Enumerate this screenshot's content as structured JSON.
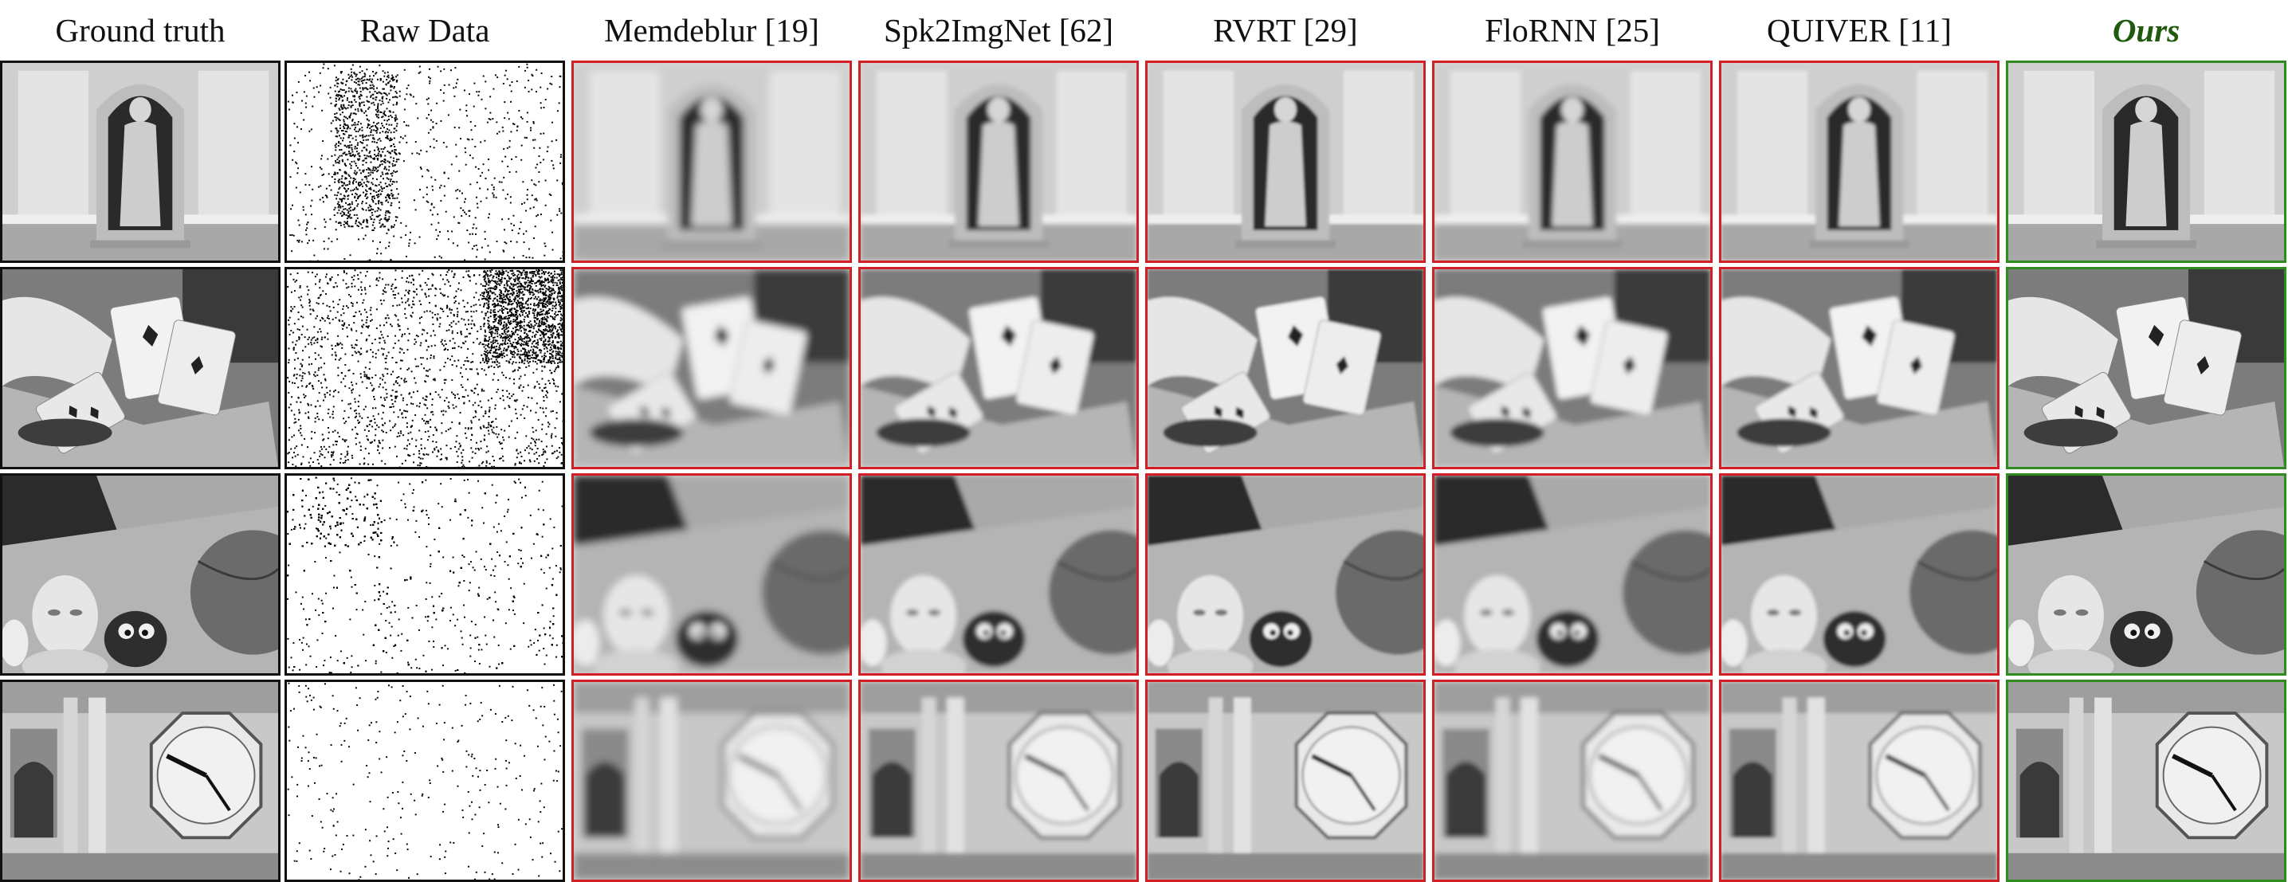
{
  "columns": [
    {
      "key": "gt",
      "label": "Ground truth",
      "frame": "black",
      "blur": 0
    },
    {
      "key": "raw",
      "label": "Raw Data",
      "frame": "black",
      "blur": 0
    },
    {
      "key": "memdeblur",
      "label": "Memdeblur [19]",
      "frame": "red",
      "blur": 5
    },
    {
      "key": "spk2imgnet",
      "label": "Spk2ImgNet [62]",
      "frame": "red",
      "blur": 3
    },
    {
      "key": "rvrt",
      "label": "RVRT [29]",
      "frame": "red",
      "blur": 1.6
    },
    {
      "key": "florrnn",
      "label": "FloRNN [25]",
      "frame": "red",
      "blur": 3.2
    },
    {
      "key": "quiver",
      "label": "QUIVER [11]",
      "frame": "red",
      "blur": 2.2
    },
    {
      "key": "ours",
      "label": "Ours",
      "frame": "green",
      "blur": 0
    }
  ],
  "rows": [
    {
      "key": "statue",
      "subject": "statue-in-niche"
    },
    {
      "key": "cards",
      "subject": "hand-with-playing-cards"
    },
    {
      "key": "toys",
      "subject": "mannequin-toy-and-basketball"
    },
    {
      "key": "clock",
      "subject": "clock-tower"
    }
  ],
  "colors": {
    "frame_black": "#111111",
    "frame_red": "#d21f26",
    "frame_green": "#2e8b1e",
    "ours_label": "#1f5a0f"
  }
}
